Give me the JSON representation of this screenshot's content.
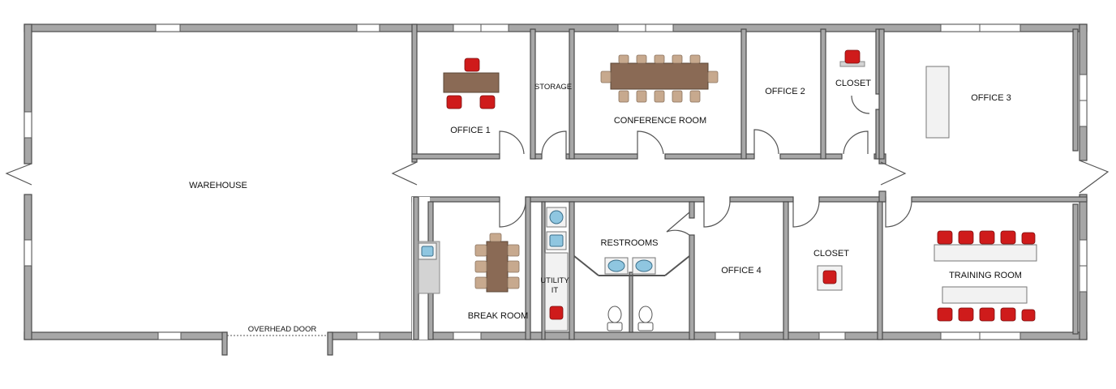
{
  "rooms": {
    "warehouse": "WAREHOUSE",
    "office_1": "OFFICE 1",
    "storage": "STORAGE",
    "conference_room": "CONFERENCE ROOM",
    "office_2": "OFFICE 2",
    "closet_top": "CLOSET",
    "office_3": "OFFICE 3",
    "break_room": "BREAK ROOM",
    "utility_line1": "UTILITY",
    "utility_line2": "IT",
    "restrooms": "RESTROOMS",
    "office_4": "OFFICE 4",
    "closet_bottom": "CLOSET",
    "training_room": "TRAINING ROOM",
    "overhead_door": "OVERHEAD DOOR"
  },
  "colors": {
    "wall_fill": "#a7a7a7",
    "wall_stroke": "#4a4a4a",
    "furniture_wood": "#8a6a55",
    "chair_red": "#cf1b1b",
    "chair_tan": "#c7a98e",
    "sink_blue": "#8fc6e0"
  },
  "icons": [
    "chair-icon",
    "table-icon",
    "sink-icon",
    "toilet-icon",
    "door-swing-icon",
    "window-icon"
  ]
}
